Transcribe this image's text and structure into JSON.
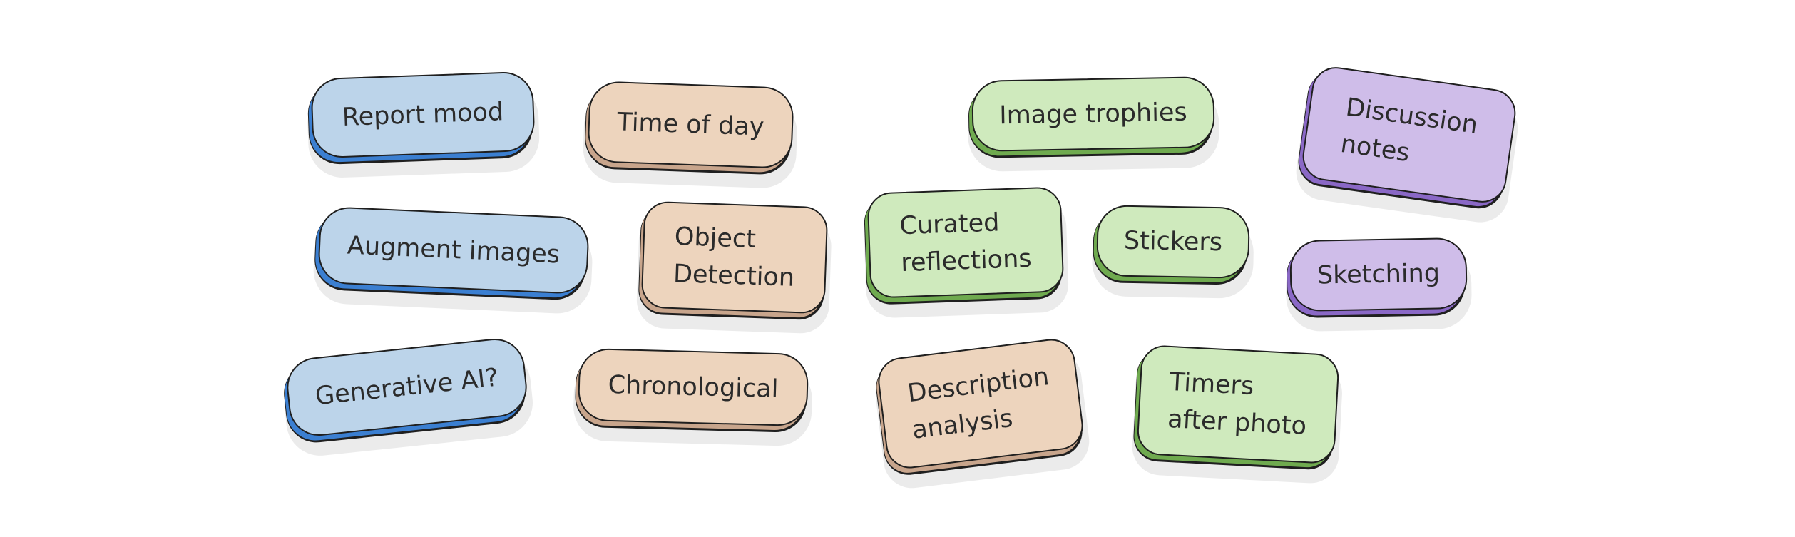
{
  "palette": {
    "blue": "#bcd4ea",
    "peach": "#edd4bd",
    "green": "#cfeabd",
    "purple": "#cfbde9",
    "outline": "#1f1f1f",
    "text": "#2b2b2b"
  },
  "tags": {
    "report_mood": "Report mood",
    "time_of_day": "Time of day",
    "image_trophies": "Image trophies",
    "discussion_notes": "Discussion\nnotes",
    "augment_images": "Augment images",
    "object_detection": "Object\nDetection",
    "curated_reflections": "Curated\nreflections",
    "stickers": "Stickers",
    "sketching": "Sketching",
    "generative_ai": "Generative AI?",
    "chronological": "Chronological",
    "description_analysis": "Description\nanalysis",
    "timers_after_photo": "Timers\nafter photo"
  }
}
